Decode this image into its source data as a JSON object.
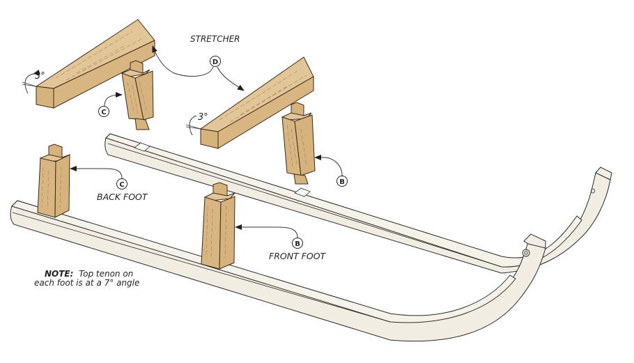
{
  "colors": {
    "wood": "#e3c698",
    "wood_shade": "#d9b681",
    "runner": "#f1ede2",
    "line": "#231f20"
  },
  "labels": {
    "stretcher": "STRETCHER",
    "back_foot": "BACK FOOT",
    "front_foot": "FRONT FOOT",
    "note_bold": "NOTE:",
    "note_line1": "Top tenon on",
    "note_line2": "each foot is at a 7° angle"
  },
  "angles": {
    "left_stretcher": "3°",
    "right_stretcher": "3°"
  },
  "callouts": {
    "stretcher": "D",
    "back_foot_upper": "C",
    "back_foot_lower": "C",
    "front_foot_upper": "B",
    "front_foot_lower": "B"
  }
}
